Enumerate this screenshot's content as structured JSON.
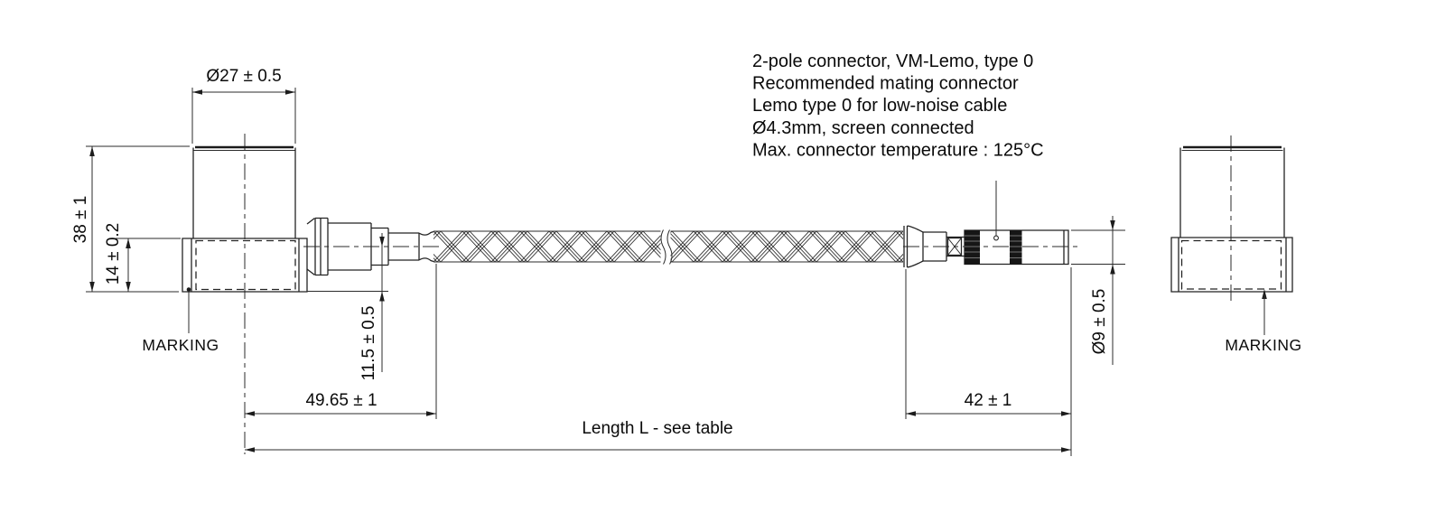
{
  "notes": [
    "2-pole connector, VM-Lemo, type 0",
    "Recommended mating connector",
    "Lemo type 0 for low-noise cable",
    "Ø4.3mm, screen connected",
    "Max. connector temperature : 125°C"
  ],
  "dimensions": {
    "cap_diameter": "Ø27 ± 0.5",
    "housing_height": "38 ± 1",
    "base_height": "14 ± 0.2",
    "cable_axis_height": "11.5 ± 0.5",
    "strain_relief_length": "49.65 ± 1",
    "connector_length": "42 ± 1",
    "connector_diameter": "Ø9 ± 0.5",
    "cable_length": "Length L - see table"
  },
  "labels": {
    "marking_left": "MARKING",
    "marking_right": "MARKING"
  },
  "colors": {
    "line": "#232323",
    "background": "#ffffff"
  }
}
